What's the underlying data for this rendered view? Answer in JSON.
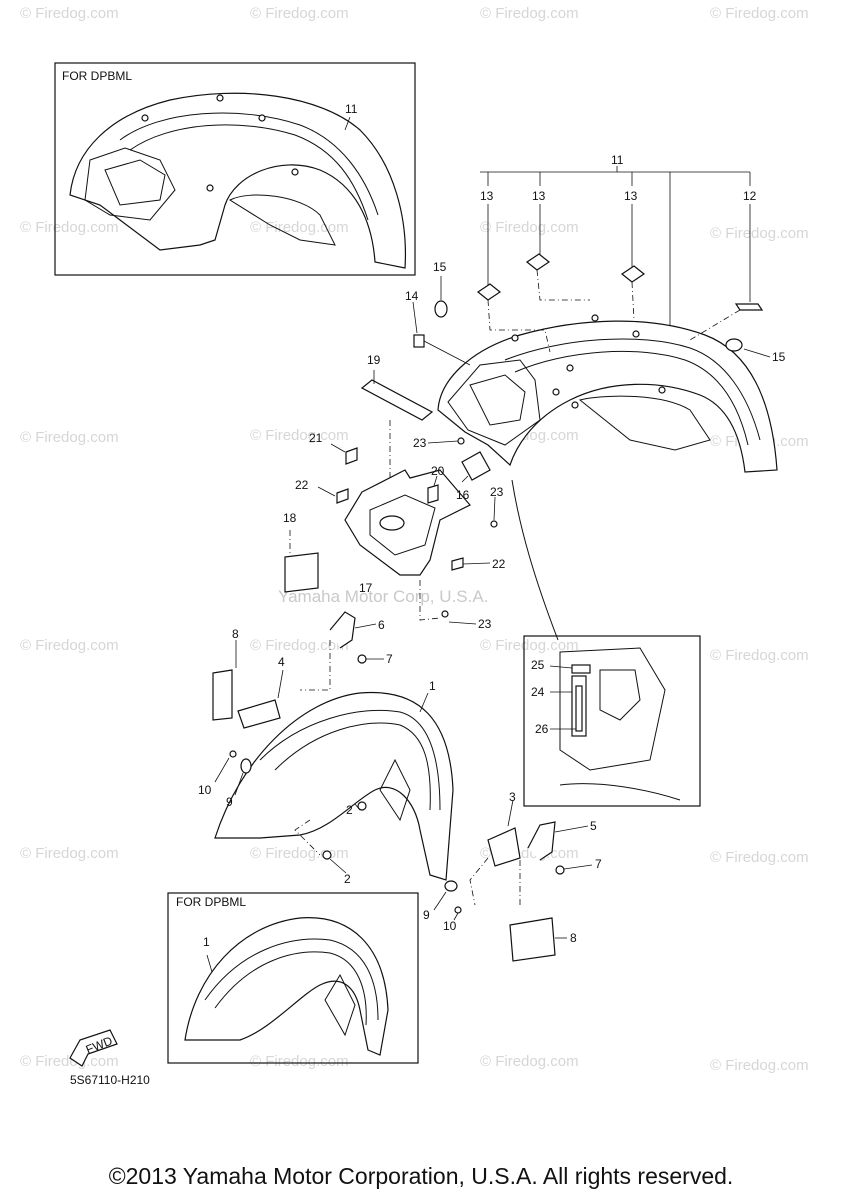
{
  "watermark": "© Firedog.com",
  "watermark_overlay": "Yamaha Motor Corp, U.S.A.",
  "insets": {
    "rear_title": "FOR DPBML",
    "front_title": "FOR DPBML"
  },
  "fwd_label": "FWD",
  "drawing_code": "5S67110-H210",
  "copyright": "©2013 Yamaha Motor Corporation, U.S.A. All rights reserved.",
  "callouts": {
    "c1": "1",
    "c1b": "1",
    "c2a": "2",
    "c2b": "2",
    "c3": "3",
    "c4": "4",
    "c5": "5",
    "c6": "6",
    "c7a": "7",
    "c7b": "7",
    "c8a": "8",
    "c8b": "8",
    "c9a": "9",
    "c9b": "9",
    "c10a": "10",
    "c10b": "10",
    "c11a": "11",
    "c11b": "11",
    "c12": "12",
    "c13a": "13",
    "c13b": "13",
    "c13c": "13",
    "c14": "14",
    "c15a": "15",
    "c15b": "15",
    "c16": "16",
    "c17": "17",
    "c18": "18",
    "c19": "19",
    "c20": "20",
    "c21": "21",
    "c22a": "22",
    "c22b": "22",
    "c23a": "23",
    "c23b": "23",
    "c23c": "23",
    "c24": "24",
    "c25": "25",
    "c26": "26"
  }
}
